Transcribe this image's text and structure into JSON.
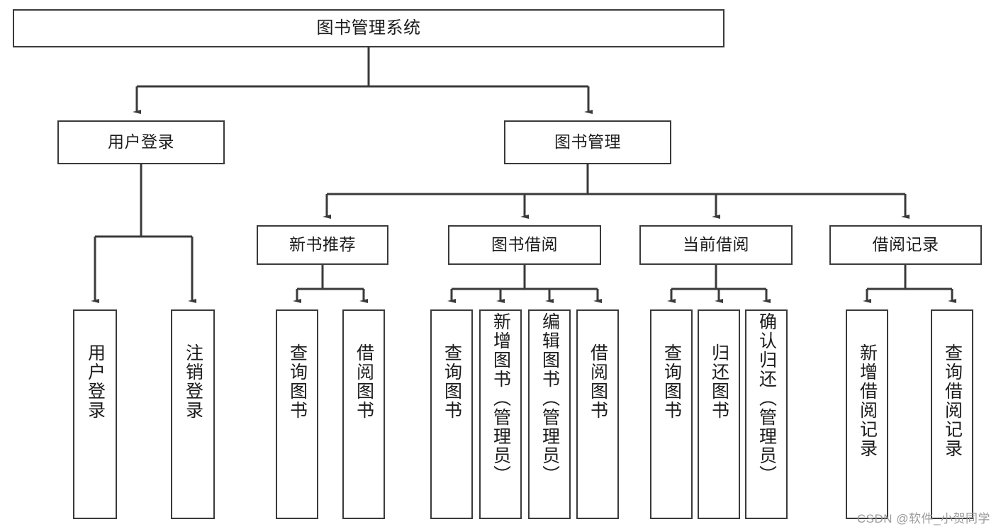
{
  "diagram": {
    "title": "图书管理系统",
    "watermark": "CSDN @软件_小贺同学",
    "line_color": "#3a3a3a",
    "box_fill": "#ffffff",
    "text_color": "#1c1c1c",
    "levels": {
      "root": {
        "label": "图书管理系统"
      },
      "level2": [
        {
          "label": "用户登录"
        },
        {
          "label": "图书管理"
        }
      ],
      "level3": [
        {
          "label": "新书推荐"
        },
        {
          "label": "图书借阅"
        },
        {
          "label": "当前借阅"
        },
        {
          "label": "借阅记录"
        }
      ],
      "leaves": {
        "user_login": [
          {
            "label": "用户登录"
          },
          {
            "label": "注销登录"
          }
        ],
        "new_book": [
          {
            "label": "查询图书"
          },
          {
            "label": "借阅图书"
          }
        ],
        "borrow": [
          {
            "label": "查询图书"
          },
          {
            "label": "新增图书（管理员）"
          },
          {
            "label": "编辑图书（管理员）"
          },
          {
            "label": "借阅图书"
          }
        ],
        "current": [
          {
            "label": "查询图书"
          },
          {
            "label": "归还图书"
          },
          {
            "label": "确认归还（管理员）"
          }
        ],
        "records": [
          {
            "label": "新增借阅记录"
          },
          {
            "label": "查询借阅记录"
          }
        ]
      }
    }
  }
}
